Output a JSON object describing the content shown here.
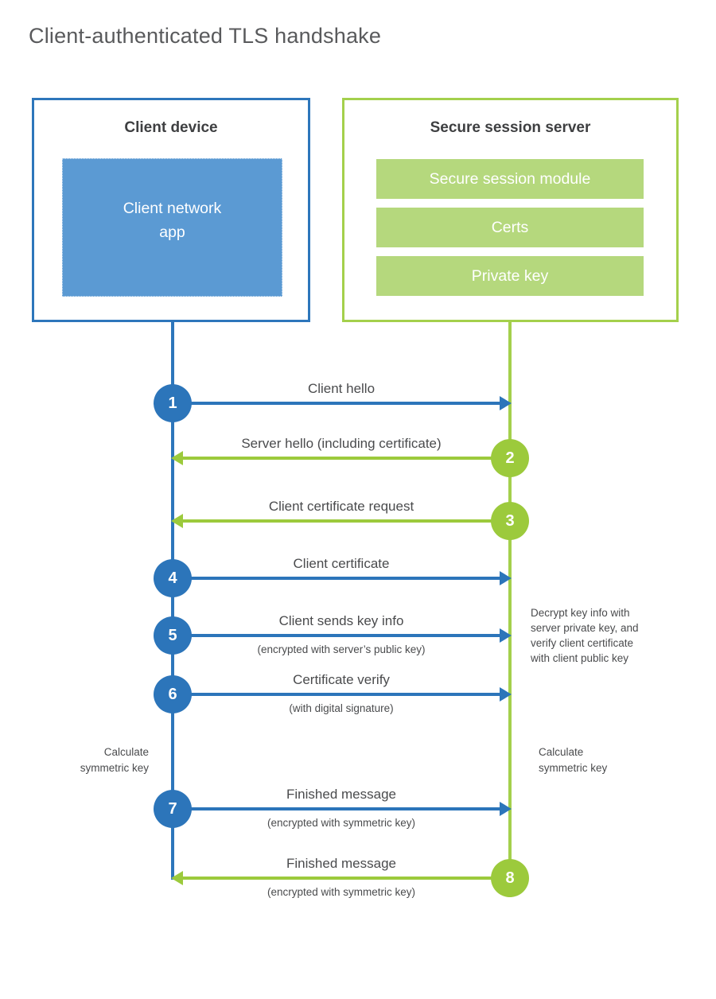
{
  "title": "Client-authenticated TLS handshake",
  "colors": {
    "blue_primary": "#2c75ba",
    "blue_border": "#2d76bb",
    "blue_fill": "#5b9ad3",
    "green_primary": "#9cca3c",
    "green_border": "#a4d04c",
    "green_fill": "#b5d87d",
    "text_dark": "#4a4b4d",
    "title_gray": "#595a5c"
  },
  "client_box": {
    "title": "Client device",
    "app_label": "Client network\napp"
  },
  "server_box": {
    "title": "Secure session server",
    "modules": [
      "Secure session module",
      "Certs",
      "Private key"
    ]
  },
  "steps": [
    {
      "num": "1",
      "direction": "right",
      "color": "blue",
      "label": "Client hello",
      "sub": ""
    },
    {
      "num": "2",
      "direction": "left",
      "color": "green",
      "label": "Server hello (including certificate)",
      "sub": ""
    },
    {
      "num": "3",
      "direction": "left",
      "color": "green",
      "label": "Client certificate request",
      "sub": ""
    },
    {
      "num": "4",
      "direction": "right",
      "color": "blue",
      "label": "Client certificate",
      "sub": ""
    },
    {
      "num": "5",
      "direction": "right",
      "color": "blue",
      "label": "Client sends key info",
      "sub": "(encrypted with server’s public key)"
    },
    {
      "num": "6",
      "direction": "right",
      "color": "blue",
      "label": "Certificate verify",
      "sub": "(with digital signature)"
    },
    {
      "num": "7",
      "direction": "right",
      "color": "blue",
      "label": "Finished message",
      "sub": "(encrypted with symmetric key)"
    },
    {
      "num": "8",
      "direction": "left",
      "color": "green",
      "label": "Finished message",
      "sub": "(encrypted with symmetric key)"
    }
  ],
  "annotations": {
    "server_note": "Decrypt key info with\nserver private key, and\nverify client certificate\nwith client public key",
    "calculate_left": "Calculate\nsymmetric key",
    "calculate_right": "Calculate\nsymmetric key"
  }
}
